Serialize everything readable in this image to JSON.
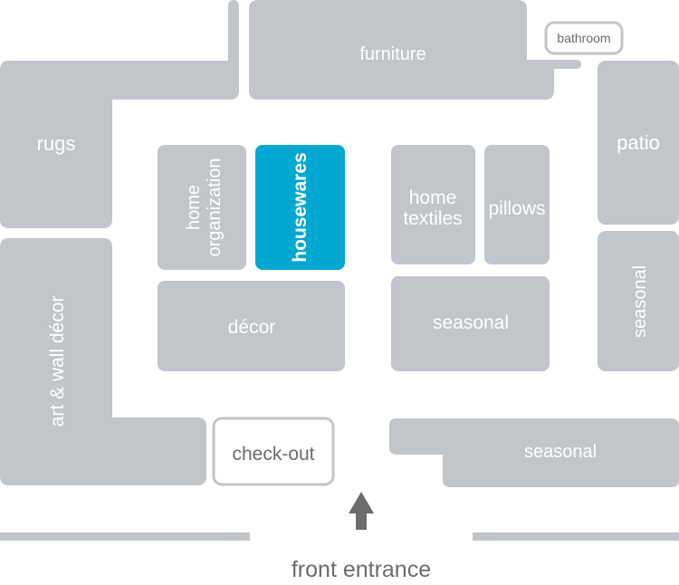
{
  "map": {
    "title": "store layout",
    "highlight_color": "#00a7d1",
    "department_color": "#c2c5c9",
    "departments": {
      "furniture": "furniture",
      "bathroom": "bathroom",
      "rugs": "rugs",
      "patio": "patio",
      "home_organization_line1": "home",
      "home_organization_line2": "organization",
      "housewares": "housewares",
      "home_textiles_line1": "home",
      "home_textiles_line2": "textiles",
      "pillows": "pillows",
      "seasonal_right": "seasonal",
      "decor": "décor",
      "seasonal_center": "seasonal",
      "art_wall_decor": "art & wall décor",
      "checkout": "check-out",
      "seasonal_bottom": "seasonal"
    },
    "entrance": {
      "label": "front entrance",
      "arrow_icon": "up-arrow-icon"
    },
    "selected_department": "housewares"
  }
}
